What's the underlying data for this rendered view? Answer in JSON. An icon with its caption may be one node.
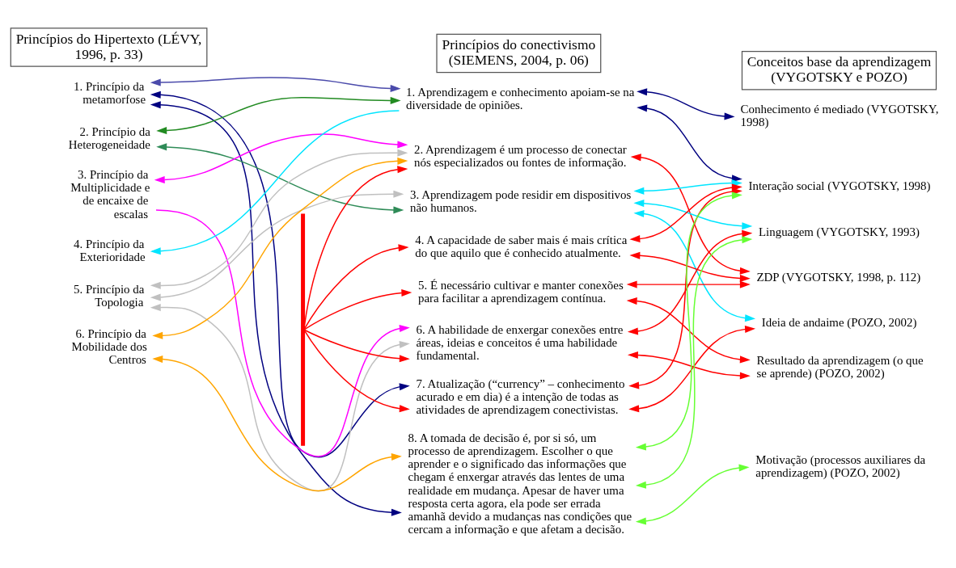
{
  "diagram": {
    "nodes": [
      {
        "text": [
          "1. Princípio da metamorfose"
        ]
      },
      {
        "text": [
          "2. Princípio da Heterogeneidade"
        ]
      },
      {
        "text": [
          "3. Princípio da Multiplicidade e de encaixe de escalas"
        ]
      },
      {
        "text": [
          "4. Princípio da Exterioridade"
        ]
      },
      {
        "text": [
          "5. Princípio da Topologia"
        ]
      },
      {
        "text": [
          "6. Princípio da Mobilidade dos Centros"
        ]
      },
      {
        "text": [
          "1. Aprendizagem e conhecimento apoiam-se na diversidade de opiniões."
        ]
      },
      {
        "text": [
          "2. Aprendizagem é um processo de conectar nós especializados ou fontes de informação."
        ]
      },
      {
        "text": [
          "3. Aprendizagem pode residir em dispositivos não humanos."
        ]
      },
      {
        "text": [
          "4. A capacidade de saber mais é mais crítica do que aquilo que é conhecido atualmente."
        ]
      },
      {
        "text": [
          "5. É necessário cultivar e manter conexões para facilitar a aprendizagem contínua."
        ]
      },
      {
        "text": [
          "6. A habilidade de enxergar conexões entre áreas, ideias e conceitos é uma habilidade fundamental."
        ]
      },
      {
        "text": [
          "7. Atualização (“currency” – conhecimento acurado e em dia) é a intenção de todas as atividades de aprendizagem conectivistas."
        ]
      },
      {
        "text": [
          "8. A tomada de decisão é, por si só, um processo de aprendizagem. Escolher o que aprender e o significado das informações que chegam é enxergar através das lentes de uma realidade em mudança. Apesar de haver uma resposta certa agora, ela pode ser errada amanhã devido a mudanças nas condições que cercam a informação e que afetam a decisão."
        ]
      },
      {
        "text": [
          "Conhecimento é mediado (VYGOTSKY, 1998)"
        ]
      },
      {
        "text": [
          "Interação social (VYGOTSKY, 1998)"
        ]
      },
      {
        "text": [
          "Linguagem (VYGOTSKY, 1993)"
        ]
      },
      {
        "text": [
          "ZDP (VYGOTSKY, 1998, p. 112)"
        ]
      },
      {
        "text": [
          "Ideia de andaime (POZO, 2002)"
        ]
      },
      {
        "text": [
          "Resultado da aprendizagem (o que se aprende) (POZO, 2002)"
        ]
      },
      {
        "text": [
          "Motivação (processos auxiliares da aprendizagem) (POZO, 2002)"
        ]
      },
      {
        "text": [],
        "shape": "bar"
      }
    ],
    "edges": [
      {
        "from": 0,
        "to": 6,
        "arrow": "both",
        "color": "#4b4bab"
      },
      {
        "from": 1,
        "to": 6,
        "arrow": "both",
        "color": "#228b22"
      },
      {
        "from": 6,
        "to": 3,
        "arrow": "to",
        "color": "#00e5ff"
      },
      {
        "from": 2,
        "to": 7,
        "arrow": "both",
        "color": "#ff00ff"
      },
      {
        "from": 2,
        "to": 11,
        "arrow": "to",
        "color": "#ff00ff"
      },
      {
        "from": 4,
        "to": 7,
        "arrow": "both",
        "color": "#c0c0c0"
      },
      {
        "from": 4,
        "to": 8,
        "arrow": "both",
        "color": "#c0c0c0"
      },
      {
        "from": 4,
        "to": 11,
        "arrow": "both",
        "color": "#c0c0c0"
      },
      {
        "from": 1,
        "to": 8,
        "arrow": "both",
        "color": "#2e8b57"
      },
      {
        "from": 5,
        "to": 7,
        "arrow": "both",
        "color": "#ffa500"
      },
      {
        "from": 5,
        "to": 13,
        "arrow": "both",
        "color": "#ffa500"
      },
      {
        "from": 0,
        "to": 12,
        "arrow": "both",
        "color": "#000080"
      },
      {
        "from": 0,
        "to": 13,
        "arrow": "both",
        "color": "#000080"
      },
      {
        "from": 21,
        "to": 7,
        "arrow": "to",
        "color": "#ff0000"
      },
      {
        "from": 21,
        "to": 9,
        "arrow": "to",
        "color": "#ff0000"
      },
      {
        "from": 21,
        "to": 10,
        "arrow": "to",
        "color": "#ff0000"
      },
      {
        "from": 21,
        "to": 11,
        "arrow": "to",
        "color": "#ff0000"
      },
      {
        "from": 21,
        "to": 12,
        "arrow": "to",
        "color": "#ff0000"
      },
      {
        "from": 6,
        "to": 14,
        "arrow": "both",
        "color": "#000080"
      },
      {
        "from": 6,
        "to": 15,
        "arrow": "both",
        "color": "#000080"
      },
      {
        "from": 7,
        "to": 17,
        "arrow": "both",
        "color": "#ff0000"
      },
      {
        "from": 8,
        "to": 15,
        "arrow": "both",
        "color": "#00e5ff"
      },
      {
        "from": 8,
        "to": 16,
        "arrow": "both",
        "color": "#00e5ff"
      },
      {
        "from": 8,
        "to": 18,
        "arrow": "both",
        "color": "#00e5ff"
      },
      {
        "from": 9,
        "to": 15,
        "arrow": "both",
        "color": "#ff0000"
      },
      {
        "from": 9,
        "to": 17,
        "arrow": "both",
        "color": "#ff0000"
      },
      {
        "from": 10,
        "to": 17,
        "arrow": "both",
        "color": "#ff0000"
      },
      {
        "from": 10,
        "to": 19,
        "arrow": "both",
        "color": "#ff0000"
      },
      {
        "from": 11,
        "to": 16,
        "arrow": "both",
        "color": "#ff0000"
      },
      {
        "from": 11,
        "to": 19,
        "arrow": "both",
        "color": "#ff0000"
      },
      {
        "from": 12,
        "to": 15,
        "arrow": "both",
        "color": "#ff0000"
      },
      {
        "from": 12,
        "to": 18,
        "arrow": "both",
        "color": "#ff0000"
      },
      {
        "from": 13,
        "to": 15,
        "arrow": "both",
        "color": "#66ff33"
      },
      {
        "from": 13,
        "to": 16,
        "arrow": "both",
        "color": "#66ff33"
      },
      {
        "from": 13,
        "to": 20,
        "arrow": "both",
        "color": "#66ff33"
      }
    ],
    "labels": [
      "Princípios do Hipertexto (LÉVY, 1996, p. 33)",
      "Princípios do conectivismo (SIEMENS, 2004, p. 06)",
      "Conceitos base da aprendizagem (VYGOTSKY e POZO)"
    ]
  }
}
